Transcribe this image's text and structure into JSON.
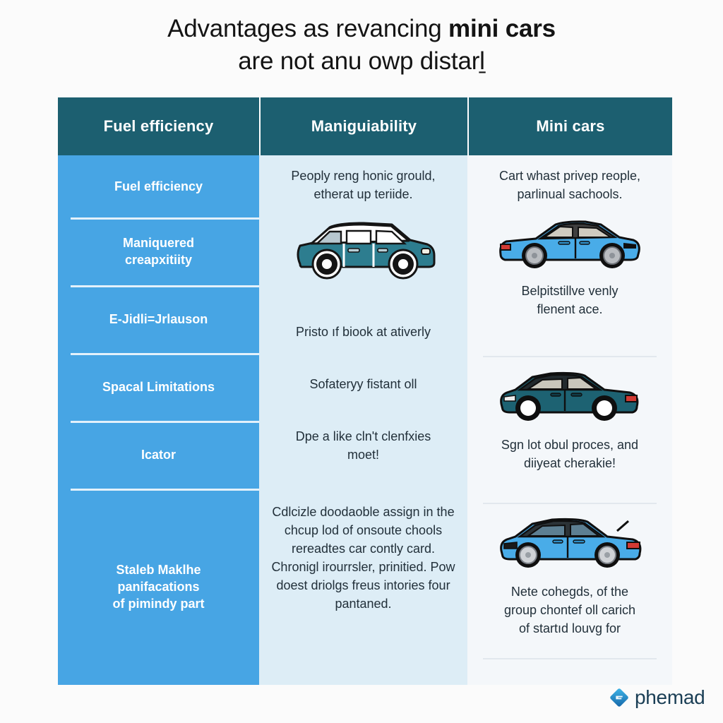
{
  "title": {
    "line1_a": "Advantages as revancing ",
    "line1_b": "mini cars",
    "line2": "are not anu owp distarḻ"
  },
  "table": {
    "headers": [
      {
        "label": "Fuel efficiency"
      },
      {
        "label": "Maniguiability"
      },
      {
        "label": "Mini cars"
      }
    ],
    "left_column": {
      "rows": [
        {
          "label": "Fuel efficiency"
        },
        {
          "label": "Maniquered\ncreapxitiity"
        },
        {
          "label": "E-Jidli=Jrlauson"
        },
        {
          "label": "Spacal Limitations"
        },
        {
          "label": "Icator"
        },
        {
          "label": "Staleb Maklhe\npanifacations\nof pimindy part"
        }
      ]
    },
    "middle_column": {
      "paragraph_1": "Peoply reng honic grould,\netherat up teriide.",
      "car_caption_icon": "classic-mini-car",
      "paragraph_2": "Pristo ıf biook at ativerly",
      "paragraph_3": "Sofateryy fistant oll",
      "paragraph_4": "Dpe a like cln't clenfxies\nmoet!",
      "paragraph_5": "Cdlcizle doodaoble\nassign in the chcup lod of\nonsoute chools rereadtes\ncar contly card.\nChronigl irourrsler,\nprinitied. Pow doest driolgs\nfreus intories four pantaned."
    },
    "right_column": {
      "cells": [
        {
          "top_text": "Cart whast privep reople,\nparlinual sachools.",
          "car_icon": "blue-sedan-car",
          "bottom_text": "Belpitstillve venly\nflenent ace."
        },
        {
          "top_text": "",
          "car_icon": "teal-hatchback-car",
          "bottom_text": "Sgn lot obul proces, and\ndiiyeat cherakie!"
        },
        {
          "top_text": "",
          "car_icon": "blue-hatchback-car",
          "bottom_text": "Nete cohegds, of the\ngroup chontef oll carich\nof startıd louvg for"
        }
      ]
    }
  },
  "logo": {
    "word": "phemad",
    "mark": "diamond-logo-icon"
  },
  "colors": {
    "header_bg": "#1c5f70",
    "left_col_bg": "#47a5e4",
    "mid_col_bg": "#ddedf6",
    "right_col_bg": "#f4f7fa",
    "page_bg": "#fbfbfb",
    "logo_blue": "#1f7fc0",
    "car_teal": "#2d7d8f",
    "car_blue": "#49ace8",
    "car_dark_teal": "#1d6272"
  }
}
